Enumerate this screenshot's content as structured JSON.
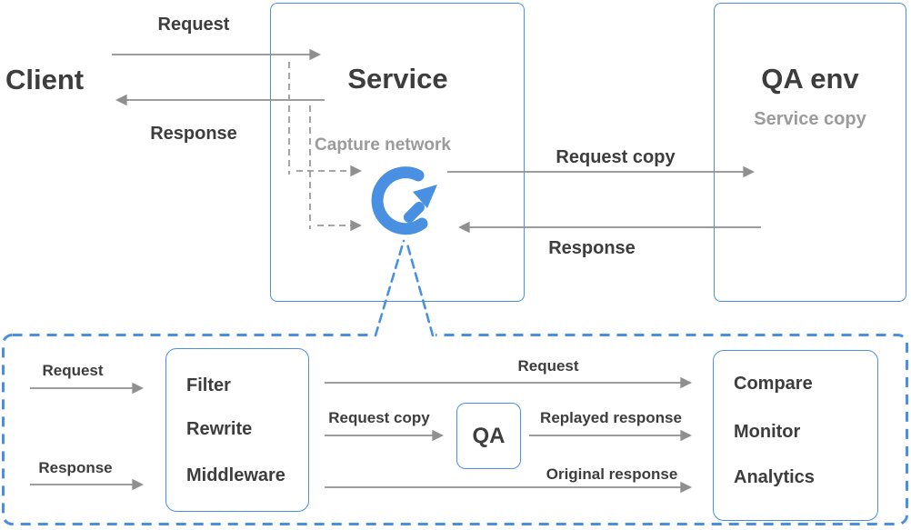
{
  "colors": {
    "accent_blue": "#4a90e2",
    "arrow_gray": "#8f8f8f",
    "text_dark": "#3d3d3d",
    "text_gray": "#9b9b9b"
  },
  "top_flow": {
    "client_label": "Client",
    "request_label": "Request",
    "response_label": "Response",
    "service_box": {
      "title": "Service",
      "capture_label": "Capture network",
      "logo_icon": "replay-circular-arrow-logo"
    },
    "qa_env_box": {
      "title": "QA env",
      "subtitle": "Service copy"
    },
    "request_copy_label": "Request copy",
    "response_copy_label": "Response"
  },
  "detail_flow": {
    "request_label": "Request",
    "response_label": "Response",
    "processor_box": {
      "items": [
        "Filter",
        "Rewrite",
        "Middleware"
      ]
    },
    "qa_box_label": "QA",
    "forwarded_request_label": "Request",
    "request_copy_label": "Request copy",
    "replayed_response_label": "Replayed response",
    "original_response_label": "Original response",
    "outputs_box": {
      "items": [
        "Compare",
        "Monitor",
        "Analytics"
      ]
    }
  }
}
